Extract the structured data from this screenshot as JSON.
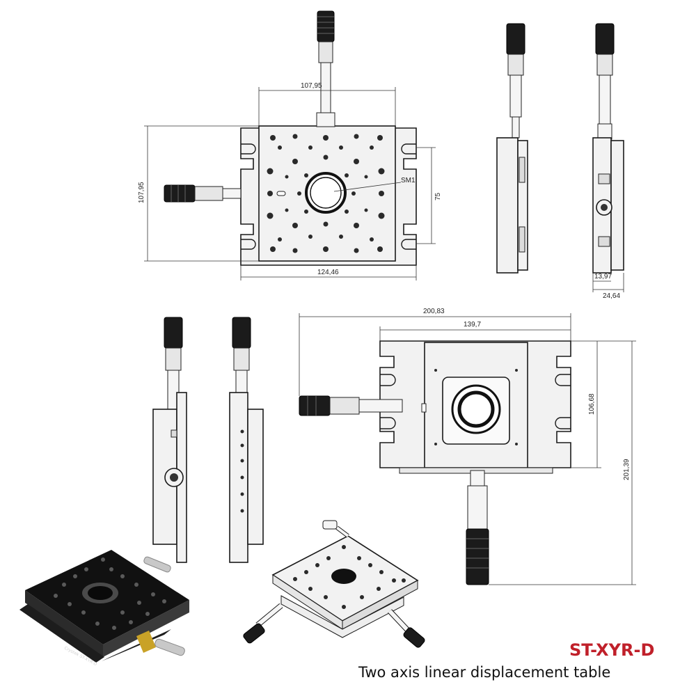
{
  "product": {
    "model": "ST-XYR-D",
    "description": "Two axis linear displacement table"
  },
  "dimensions": {
    "top_width": "107,95",
    "top_height": "107,95",
    "top_base_width": "124,46",
    "top_hole_spacing": "75",
    "top_thread": "SM1",
    "side_thickness_a": "13,97",
    "side_thickness_b": "24,64",
    "bottom_total_width": "200,83",
    "bottom_plate_width": "139,7",
    "bottom_plate_height": "106,68",
    "bottom_total_height": "201,39"
  },
  "photo_label": "Crystek  ST-XYR-D",
  "colors": {
    "model_red": "#c0202a",
    "line": "#1a1a1a",
    "stage_black": "#1b1b1b",
    "brass": "#c9a227"
  }
}
